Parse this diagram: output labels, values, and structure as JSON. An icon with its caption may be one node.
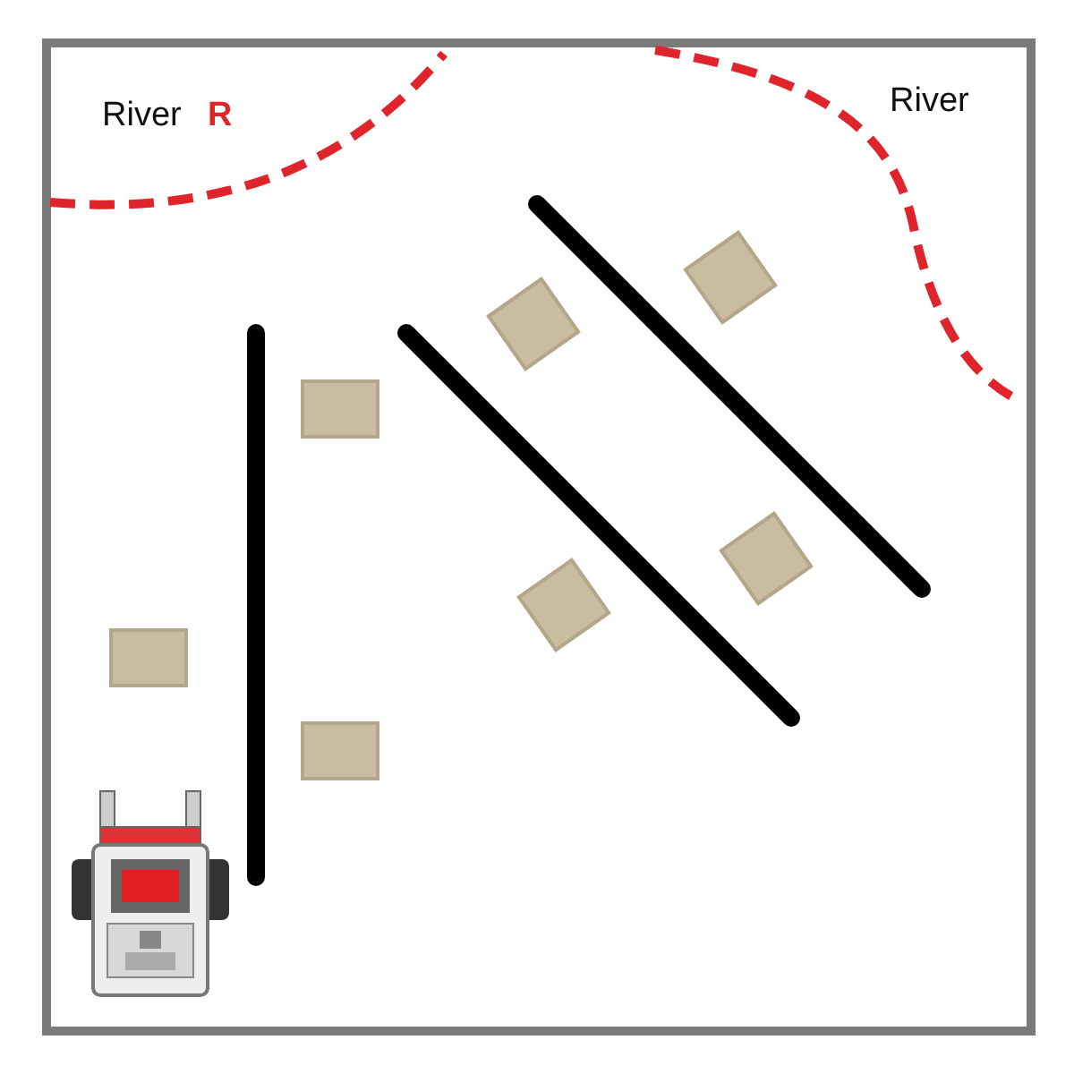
{
  "diagram": {
    "labels": [
      "River",
      "R",
      "River"
    ]
  }
}
